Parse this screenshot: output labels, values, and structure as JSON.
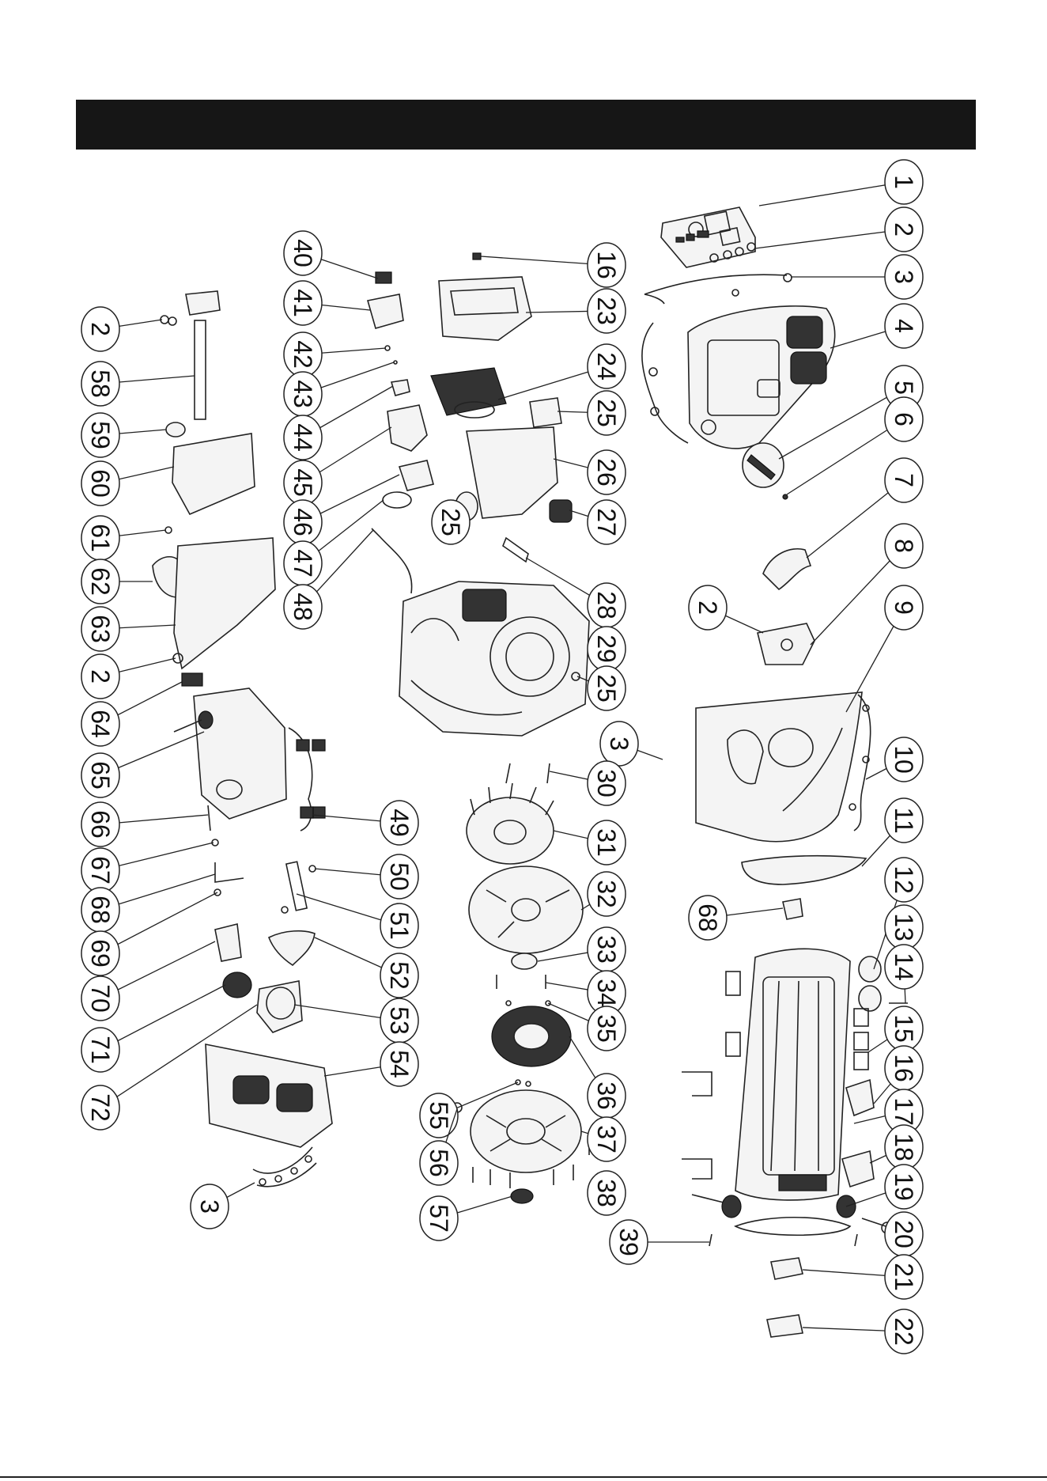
{
  "page": {
    "header_bar_color": "#161616",
    "background": "#ffffff"
  },
  "callouts": [
    {
      "label": "1"
    },
    {
      "label": "2"
    },
    {
      "label": "3"
    },
    {
      "label": "4"
    },
    {
      "label": "5"
    },
    {
      "label": "6"
    },
    {
      "label": "7"
    },
    {
      "label": "2"
    },
    {
      "label": "8"
    },
    {
      "label": "9"
    },
    {
      "label": "10"
    },
    {
      "label": "11"
    },
    {
      "label": "12"
    },
    {
      "label": "13"
    },
    {
      "label": "14"
    },
    {
      "label": "15"
    },
    {
      "label": "16"
    },
    {
      "label": "17"
    },
    {
      "label": "18"
    },
    {
      "label": "19"
    },
    {
      "label": "20"
    },
    {
      "label": "21"
    },
    {
      "label": "22"
    },
    {
      "label": "16"
    },
    {
      "label": "23"
    },
    {
      "label": "24"
    },
    {
      "label": "25"
    },
    {
      "label": "26"
    },
    {
      "label": "25"
    },
    {
      "label": "27"
    },
    {
      "label": "28"
    },
    {
      "label": "29"
    },
    {
      "label": "25"
    },
    {
      "label": "3"
    },
    {
      "label": "30"
    },
    {
      "label": "31"
    },
    {
      "label": "32"
    },
    {
      "label": "33"
    },
    {
      "label": "34"
    },
    {
      "label": "35"
    },
    {
      "label": "36"
    },
    {
      "label": "37"
    },
    {
      "label": "38"
    },
    {
      "label": "39"
    },
    {
      "label": "40"
    },
    {
      "label": "41"
    },
    {
      "label": "42"
    },
    {
      "label": "43"
    },
    {
      "label": "44"
    },
    {
      "label": "45"
    },
    {
      "label": "46"
    },
    {
      "label": "47"
    },
    {
      "label": "48"
    },
    {
      "label": "68"
    },
    {
      "label": "2"
    },
    {
      "label": "58"
    },
    {
      "label": "59"
    },
    {
      "label": "60"
    },
    {
      "label": "61"
    },
    {
      "label": "62"
    },
    {
      "label": "63"
    },
    {
      "label": "2"
    },
    {
      "label": "64"
    },
    {
      "label": "65"
    },
    {
      "label": "66"
    },
    {
      "label": "67"
    },
    {
      "label": "68"
    },
    {
      "label": "69"
    },
    {
      "label": "70"
    },
    {
      "label": "71"
    },
    {
      "label": "72"
    },
    {
      "label": "49"
    },
    {
      "label": "50"
    },
    {
      "label": "51"
    },
    {
      "label": "52"
    },
    {
      "label": "53"
    },
    {
      "label": "54"
    },
    {
      "label": "55"
    },
    {
      "label": "56"
    },
    {
      "label": "57"
    },
    {
      "label": "3"
    }
  ]
}
